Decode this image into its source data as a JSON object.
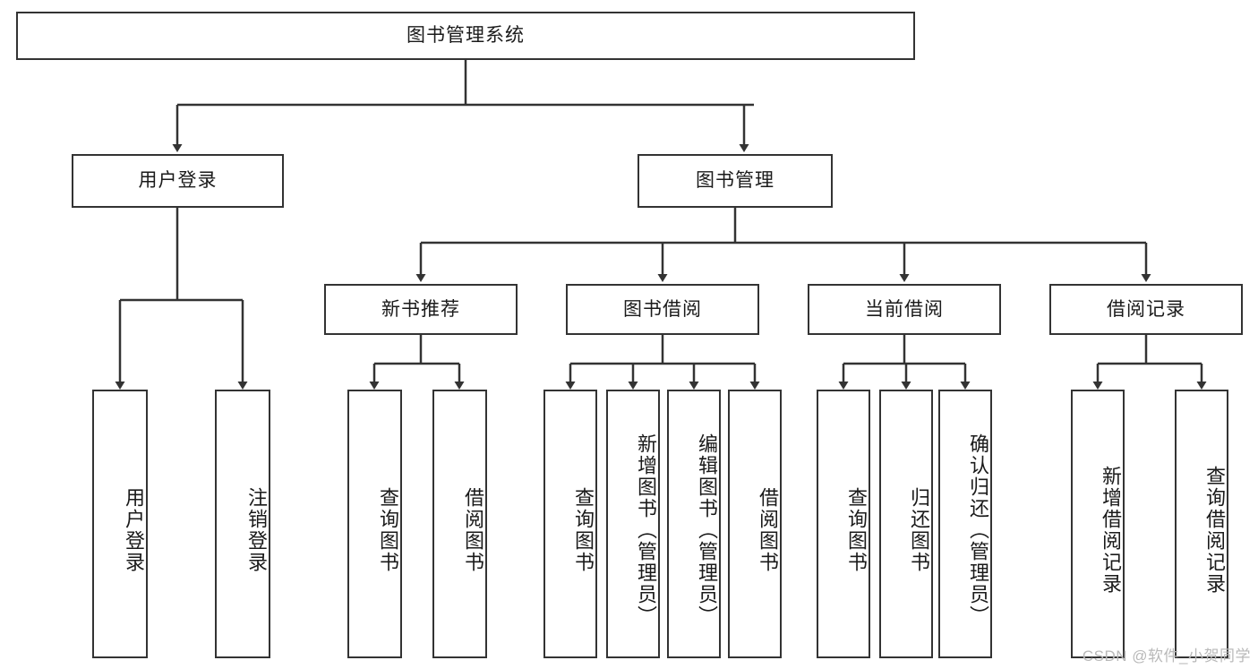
{
  "diagram": {
    "title": "图书管理系统",
    "type": "tree-hierarchy",
    "root": {
      "label": "图书管理系统"
    },
    "level1": [
      {
        "label": "用户登录"
      },
      {
        "label": "图书管理"
      }
    ],
    "level2": [
      {
        "label": "新书推荐"
      },
      {
        "label": "图书借阅"
      },
      {
        "label": "当前借阅"
      },
      {
        "label": "借阅记录"
      }
    ],
    "leaves": {
      "user_login": [
        {
          "label": "用户登录"
        },
        {
          "label": "注销登录"
        }
      ],
      "new_book_recommend": [
        {
          "label": "查询图书"
        },
        {
          "label": "借阅图书"
        }
      ],
      "book_borrow": [
        {
          "label": "查询图书"
        },
        {
          "label": "新增图书（管理员）"
        },
        {
          "label": "编辑图书（管理员）"
        },
        {
          "label": "借阅图书"
        }
      ],
      "current_borrow": [
        {
          "label": "查询图书"
        },
        {
          "label": "归还图书"
        },
        {
          "label": "确认归还（管理员）"
        }
      ],
      "borrow_record": [
        {
          "label": "新增借阅记录"
        },
        {
          "label": "查询借阅记录"
        }
      ]
    }
  },
  "watermark": {
    "text": "CSDN @软件_小贺同学"
  },
  "colors": {
    "background": "#ffffff",
    "stroke": "#333333",
    "text": "#1a1a1a",
    "watermark": "#b9b9b9"
  }
}
